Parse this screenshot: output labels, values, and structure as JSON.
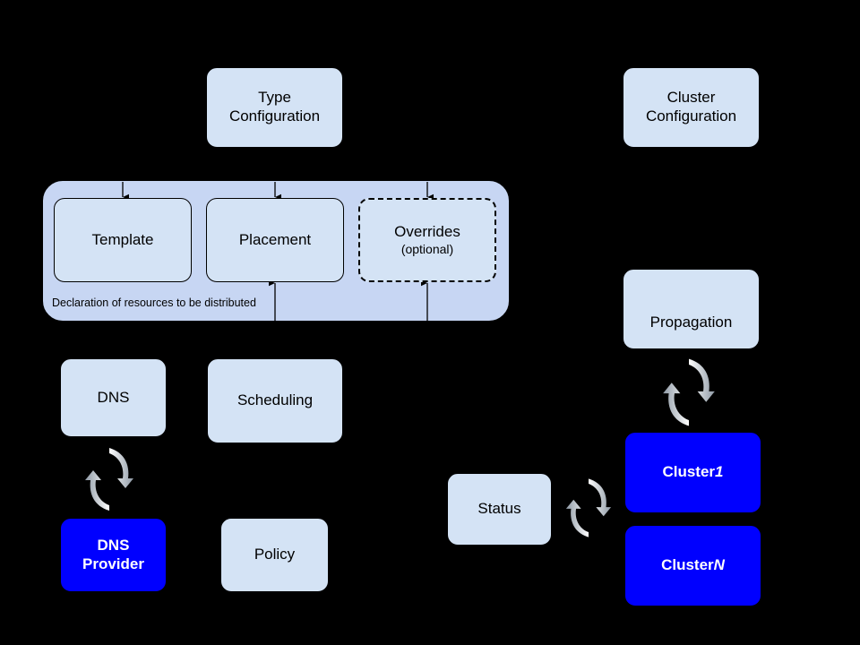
{
  "diagram": {
    "title": "Kubernetes Federation architecture diagram",
    "background_color": "#000000",
    "node_fill": "#d4e3f5",
    "group_fill": "#c7d6f3",
    "cluster_fill": "#0000ff",
    "cluster_text_color": "#ffffff",
    "stroke_color": "#000000"
  },
  "nodes": {
    "type_configuration": {
      "label": "Type\nConfiguration"
    },
    "cluster_configuration": {
      "label": "Cluster\nConfiguration"
    },
    "template": {
      "label": "Template"
    },
    "placement": {
      "label": "Placement"
    },
    "overrides": {
      "label": "Overrides",
      "sublabel": "(optional)"
    },
    "dns": {
      "label": "DNS"
    },
    "dns_provider": {
      "label": "DNS\nProvider"
    },
    "scheduling": {
      "label": "Scheduling"
    },
    "policy": {
      "label": "Policy"
    },
    "propagation": {
      "label": "Propagation"
    },
    "status": {
      "label": "Status"
    },
    "cluster_1": {
      "label_prefix": "Cluster ",
      "label_suffix": "1"
    },
    "cluster_n": {
      "label_prefix": "Cluster ",
      "label_suffix": "N"
    }
  },
  "groups": {
    "federated_resource": {
      "caption": "Declaration of resources to be distributed"
    }
  },
  "icons": {
    "sync_dns": "sync-arrows-icon",
    "sync_propagation": "sync-arrows-icon",
    "sync_status": "sync-arrows-icon"
  }
}
